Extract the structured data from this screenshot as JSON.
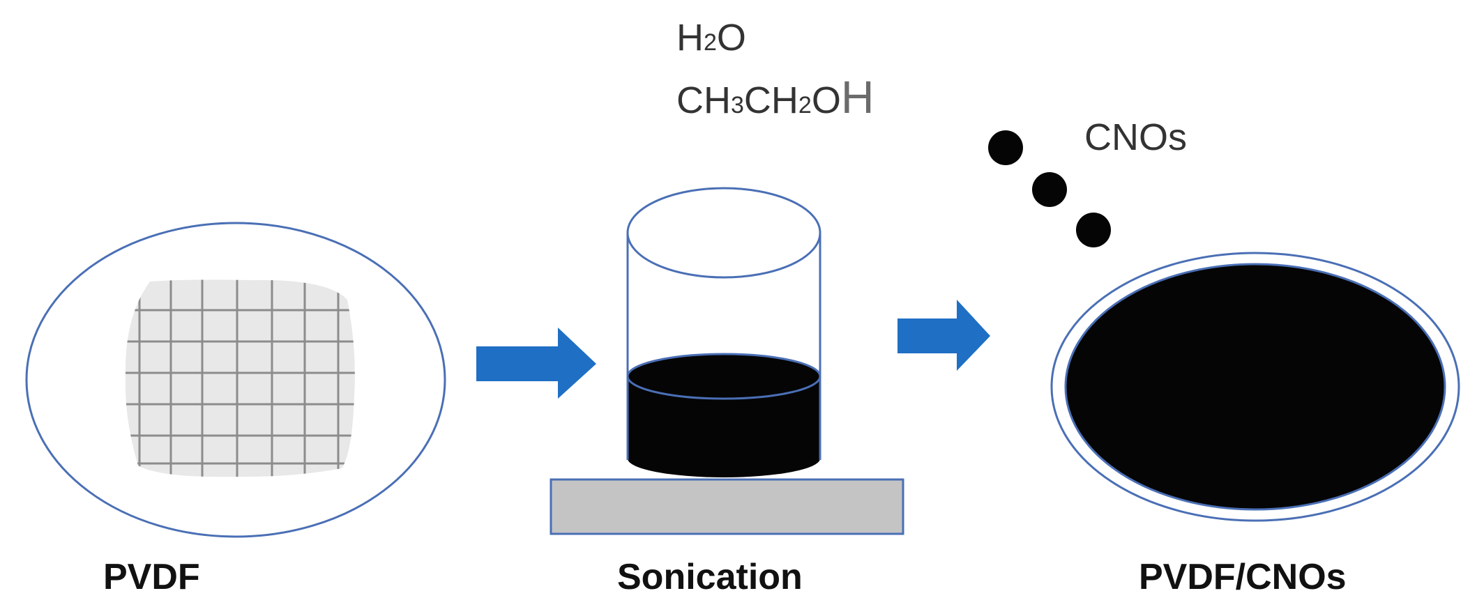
{
  "labels": {
    "pvdf": "PVDF",
    "sonication": "Sonication",
    "pvdf_cnos": "PVDF/CNOs",
    "cnos": "CNOs"
  },
  "solvents": {
    "water": {
      "part1": "H",
      "sub1": "2",
      "part2": "O"
    },
    "ethanol": {
      "part1": "CH",
      "sub1": "3",
      "part2": "CH",
      "sub2": "2",
      "part3": "O",
      "part4": "H"
    }
  },
  "colors": {
    "outline": "#4a6fb5",
    "arrow": "#1f6fc4",
    "membrane": "#e8e8e8",
    "grid": "#8c8c8c",
    "liquid": "#050505",
    "stage": "#c4c4c4",
    "text": "#111111"
  }
}
